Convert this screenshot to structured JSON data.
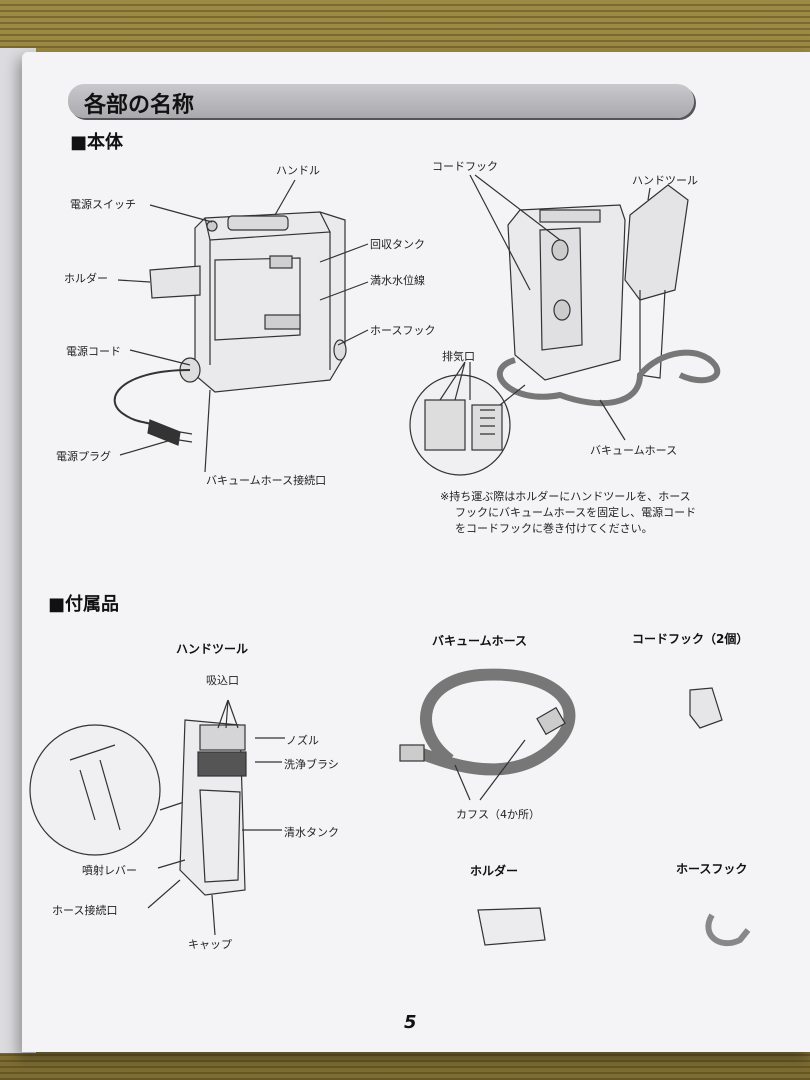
{
  "title": "各部の名称",
  "main_unit": {
    "heading": "■本体",
    "labels": {
      "handle": "ハンドル",
      "power_switch": "電源スイッチ",
      "recovery_tank": "回収タンク",
      "holder": "ホルダー",
      "full_water_line": "満水水位線",
      "hose_hook": "ホースフック",
      "power_cord": "電源コード",
      "power_plug": "電源プラグ",
      "vacuum_hose_port": "バキュームホース接続口",
      "cord_hook": "コードフック",
      "hand_tool": "ハンドツール",
      "exhaust": "排気口",
      "vacuum_hose": "バキュームホース"
    },
    "note": [
      "※持ち運ぶ際はホルダーにハンドツールを、ホース",
      "フックにバキュームホースを固定し、電源コード",
      "をコードフックに巻き付けてください。"
    ]
  },
  "accessories": {
    "heading": "■付属品",
    "hand_tool": {
      "title": "ハンドツール",
      "suction": "吸込口",
      "nozzle": "ノズル",
      "brush": "洗浄ブラシ",
      "clean_tank": "清水タンク",
      "spray_lever": "噴射レバー",
      "hose_port": "ホース接続口",
      "cap": "キャップ"
    },
    "vacuum_hose": {
      "title": "バキュームホース",
      "cuffs": "カフス（4か所）"
    },
    "cord_hook": {
      "title": "コードフック（2個）"
    },
    "holder": {
      "title": "ホルダー"
    },
    "hose_hook": {
      "title": "ホースフック"
    }
  },
  "page_number": "5"
}
